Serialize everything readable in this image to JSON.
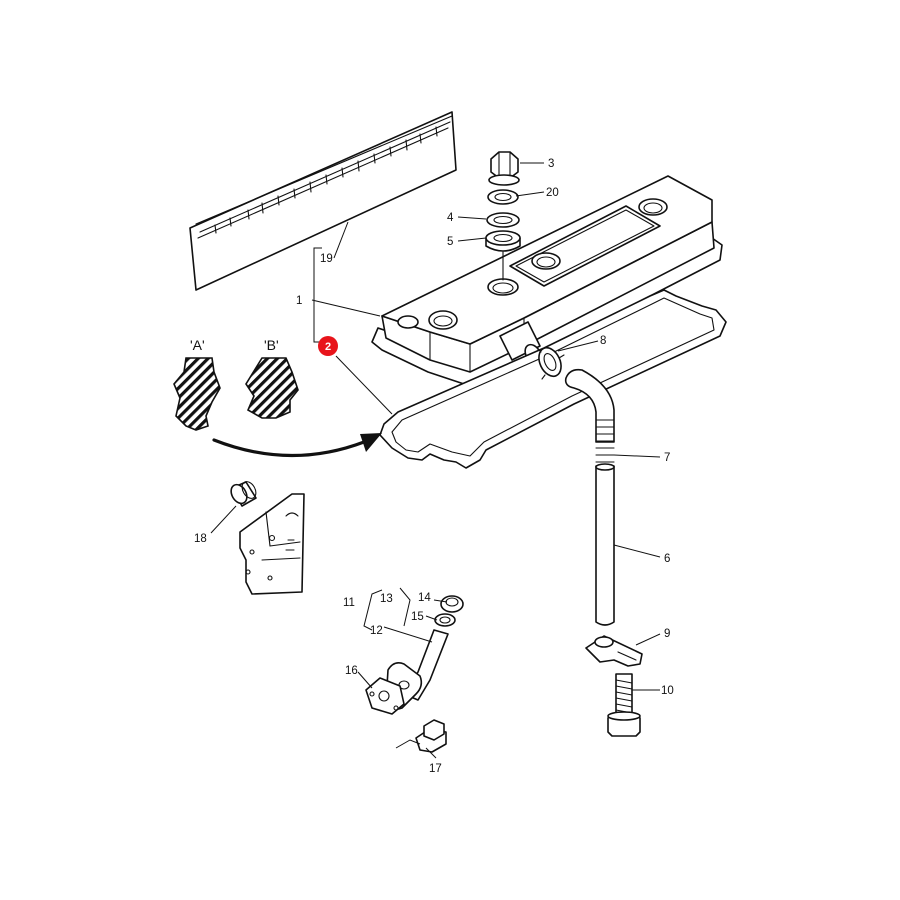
{
  "callouts": {
    "c1": "1",
    "c2": "2",
    "c3": "3",
    "c4": "4",
    "c5": "5",
    "c6": "6",
    "c7": "7",
    "c8": "8",
    "c9": "9",
    "c10": "10",
    "c11": "11",
    "c12": "12",
    "c13": "13",
    "c14": "14",
    "c15": "15",
    "c16": "16",
    "c17": "17",
    "c18": "18",
    "c19": "19",
    "c20": "20"
  },
  "section_labels": {
    "a": "'A'",
    "b": "'B'"
  },
  "highlight": {
    "color": "#e8141b"
  }
}
